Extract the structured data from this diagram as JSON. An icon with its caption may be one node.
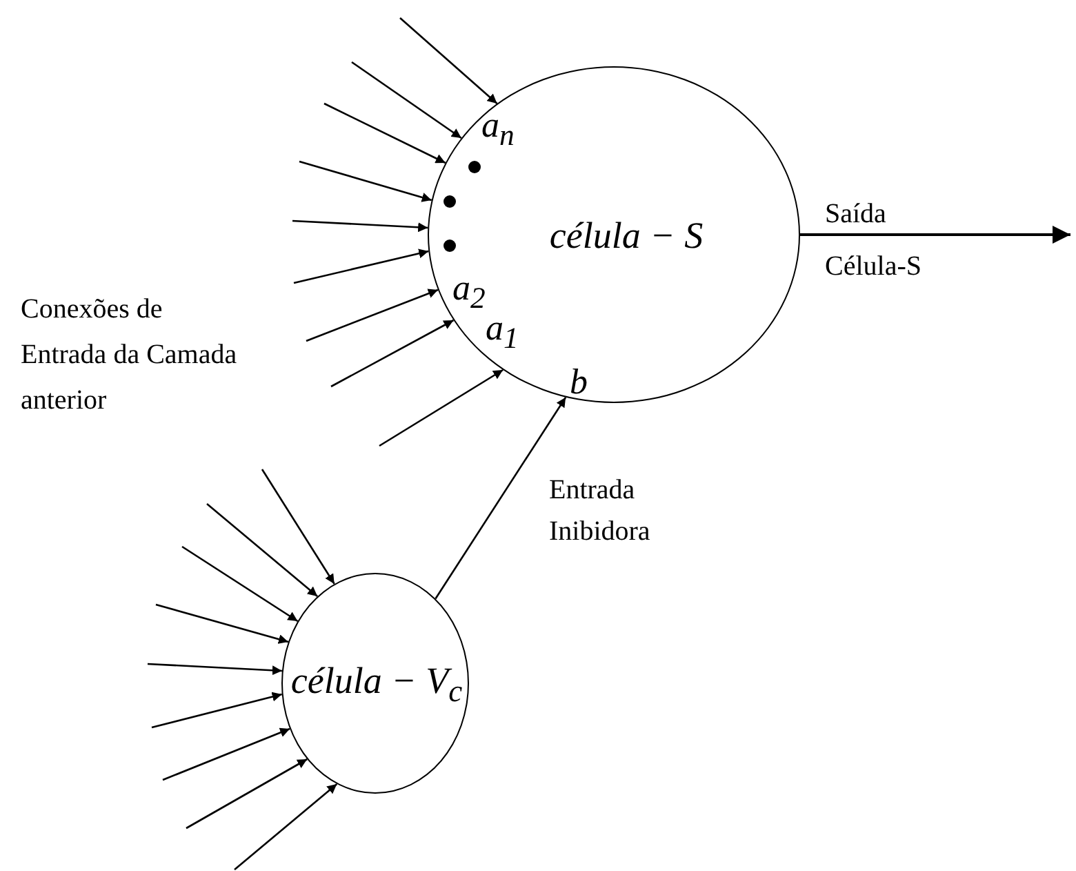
{
  "diagram": {
    "nodes": [
      {
        "text": [
          "célula − S"
        ]
      },
      {
        "text": [
          "célula − V$_{c}$"
        ]
      }
    ],
    "edges": [
      {
        "from": null,
        "to": 0,
        "arrow": "to"
      },
      {
        "from": null,
        "to": 0,
        "arrow": "to"
      },
      {
        "from": null,
        "to": 0,
        "arrow": "to"
      },
      {
        "from": null,
        "to": 0,
        "arrow": "to"
      },
      {
        "from": null,
        "to": 0,
        "arrow": "to"
      },
      {
        "from": null,
        "to": 0,
        "arrow": "to"
      },
      {
        "from": null,
        "to": 0,
        "arrow": "to"
      },
      {
        "from": null,
        "to": 0,
        "arrow": "to"
      },
      {
        "from": null,
        "to": 0,
        "arrow": "to"
      },
      {
        "from": 0,
        "to": null,
        "arrow": "to",
        "label": "Saída Célula-S"
      },
      {
        "from": 1,
        "to": 0,
        "arrow": "to",
        "label": "Entrada Inibidora"
      },
      {
        "from": null,
        "to": 1,
        "arrow": "to"
      },
      {
        "from": null,
        "to": 1,
        "arrow": "to"
      },
      {
        "from": null,
        "to": 1,
        "arrow": "to"
      },
      {
        "from": null,
        "to": 1,
        "arrow": "to"
      },
      {
        "from": null,
        "to": 1,
        "arrow": "to"
      },
      {
        "from": null,
        "to": 1,
        "arrow": "to"
      },
      {
        "from": null,
        "to": 1,
        "arrow": "to"
      },
      {
        "from": null,
        "to": 1,
        "arrow": "to"
      },
      {
        "from": null,
        "to": 1,
        "arrow": "to"
      }
    ],
    "labels": [
      "a$_{n}$",
      "Conexões de Entrada da Camada anterior",
      "a$_{2}$",
      "a$_{1}$",
      "b"
    ]
  }
}
